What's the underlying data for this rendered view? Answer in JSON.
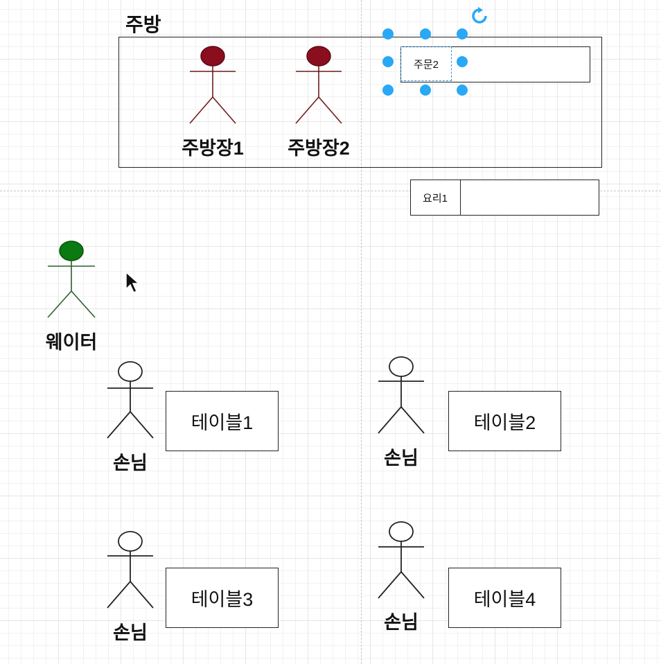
{
  "kitchen": {
    "title": "주방"
  },
  "chefs": [
    {
      "name": "주방장1",
      "color": "#8b0e1e"
    },
    {
      "name": "주방장2",
      "color": "#8b0e1e"
    }
  ],
  "waiter": {
    "name": "웨이터",
    "color": "#0b7a10"
  },
  "orders": {
    "order": "주문2",
    "dish": "요리1"
  },
  "tables": [
    {
      "label": "테이블1",
      "customer": "손님"
    },
    {
      "label": "테이블2",
      "customer": "손님"
    },
    {
      "label": "테이블3",
      "customer": "손님"
    },
    {
      "label": "테이블4",
      "customer": "손님"
    }
  ],
  "selection": {
    "color": "#29a8f5"
  }
}
